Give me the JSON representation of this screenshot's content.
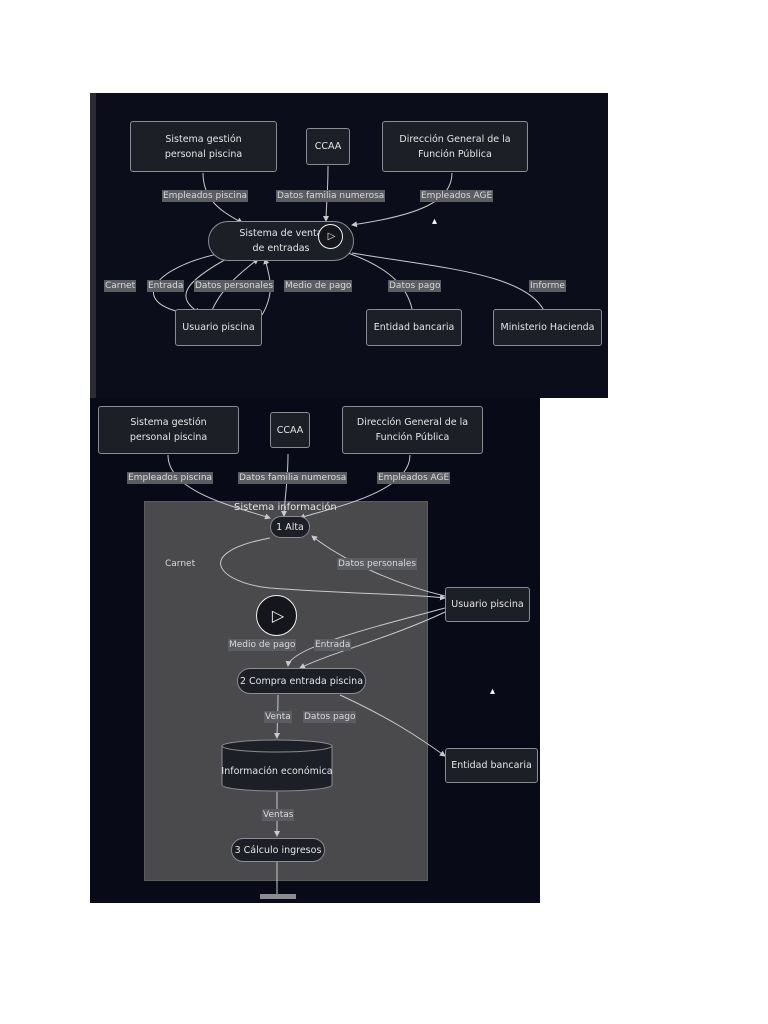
{
  "diagram1": {
    "nodes": {
      "sistema_gestion": "Sistema gestión personal piscina",
      "ccaa": "CCAA",
      "direccion_general": "Dirección General de la Función Pública",
      "sistema_venta": "Sistema de venta de entradas",
      "usuario_piscina": "Usuario piscina",
      "entidad_bancaria": "Entidad bancaria",
      "ministerio_hacienda": "Ministerio Hacienda"
    },
    "edges": {
      "empleados_piscina": "Empleados piscina",
      "datos_familia": "Datos familia numerosa",
      "empleados_age": "Empleados AGE",
      "carnet": "Carnet",
      "entrada": "Entrada",
      "datos_personales": "Datos personales",
      "medio_pago": "Medio de pago",
      "datos_pago": "Datos pago",
      "informe": "Informe"
    }
  },
  "diagram2": {
    "cluster_title": "Sistema información",
    "nodes": {
      "sistema_gestion": "Sistema gestión personal piscina",
      "ccaa": "CCAA",
      "direccion_general": "Dirección General de la Función Pública",
      "alta": "1 Alta",
      "usuario_piscina": "Usuario piscina",
      "compra": "2 Compra entrada piscina",
      "informacion_economica": "Información económica",
      "entidad_bancaria": "Entidad bancaria",
      "calculo": "3 Cálculo ingresos"
    },
    "edges": {
      "empleados_piscina": "Empleados piscina",
      "datos_familia": "Datos familia numerosa",
      "empleados_age": "Empleados AGE",
      "carnet": "Carnet",
      "datos_personales": "Datos personales",
      "medio_pago": "Medio de pago",
      "entrada": "Entrada",
      "venta": "Venta",
      "datos_pago": "Datos pago",
      "ventas": "Ventas"
    }
  },
  "icons": {
    "play": "play-icon",
    "cursor": "mouse-cursor-icon"
  },
  "colors": {
    "background_1": "#0b0d1a",
    "background_2": "#080a17",
    "node_fill": "#1d1f27",
    "node_border": "#8a8c93",
    "edge_label_bg": "#5b5d63",
    "cluster_fill": "#4a4a4c",
    "arrow": "#c9cacf"
  }
}
